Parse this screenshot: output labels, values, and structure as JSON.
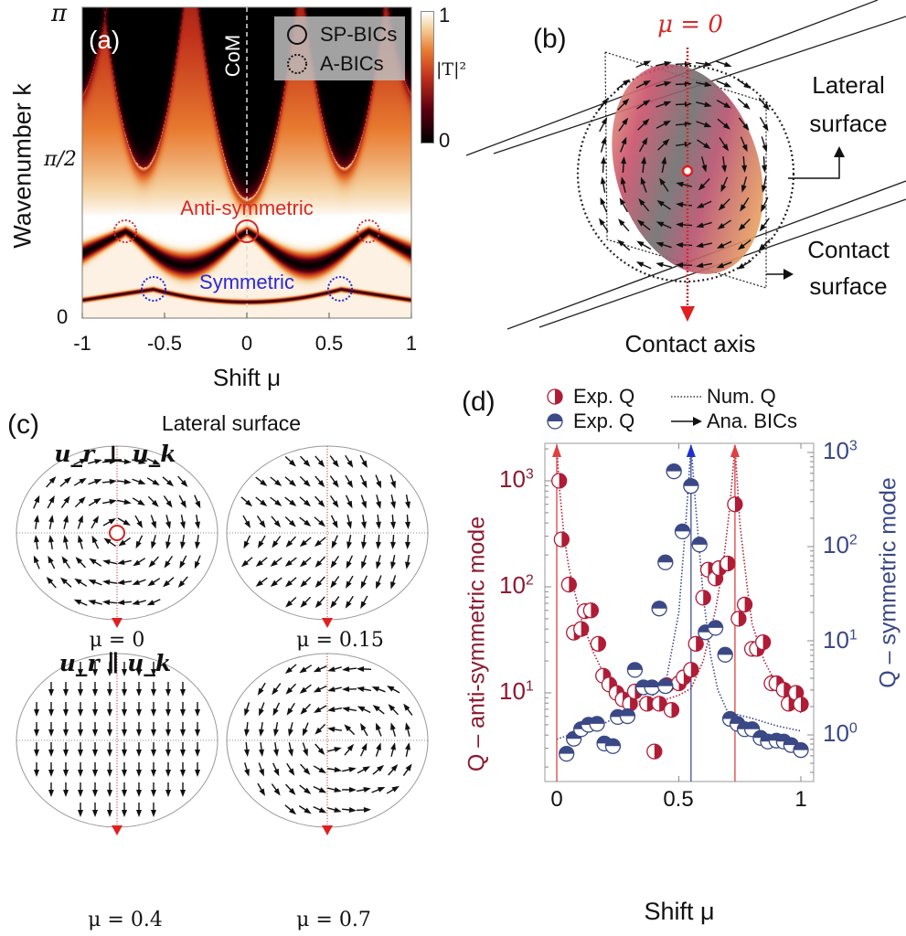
{
  "colors": {
    "anti_symmetric": "#b01c36",
    "symmetric": "#3a4886",
    "bic_red": "#d42a2a"
  },
  "panel_a": {
    "label": "(a)",
    "com_label": "CoM",
    "legend": [
      "SP-BICs",
      "A-BICs"
    ],
    "colorbar": {
      "label": "|T|²",
      "max": "1",
      "min": "0"
    },
    "band_labels": {
      "anti": "Anti-symmetric",
      "sym": "Symmetric"
    },
    "ylabel": "Wavenumber k",
    "yticks": [
      "π",
      "π/2",
      "0"
    ],
    "xticks": [
      "-1",
      "-0.5",
      "0",
      "0.5",
      "1"
    ],
    "xlabel": "Shift μ"
  },
  "panel_b": {
    "label": "(b)",
    "mu_label": "μ = 0",
    "lateral": [
      "Lateral",
      "surface"
    ],
    "contact": [
      "Contact",
      "surface"
    ],
    "axis_label": "Contact axis"
  },
  "panel_c": {
    "label": "(c)",
    "title": "Lateral surface",
    "perp_label": "u_r ⊥ u_k",
    "par_label": "u_r ∥ u_k",
    "fields": [
      {
        "mu": 0,
        "caption": "μ = 0"
      },
      {
        "mu": 0.15,
        "caption": "μ = 0.15"
      },
      {
        "mu": 0.4,
        "caption": "μ = 0.4"
      },
      {
        "mu": 0.7,
        "caption": "μ = 0.7"
      }
    ]
  },
  "chart_data": {
    "type": "scatter",
    "label": "(d)",
    "xlabel": "Shift μ",
    "ylabel_left": "Q – anti-symmetric mode",
    "ylabel_right": "Q – symmetric mode",
    "xlim": [
      0,
      1
    ],
    "xticks": [
      "0",
      "0.5",
      "1"
    ],
    "ylim_left_log10": [
      0.16,
      3.35
    ],
    "ylim_right_log10": [
      -0.5,
      3.1
    ],
    "yticks_left": [
      "10",
      "10",
      "10"
    ],
    "yticks_left_exp": [
      "3",
      "2",
      "1"
    ],
    "yticks_right": [
      "10",
      "10",
      "10",
      "10"
    ],
    "yticks_right_exp": [
      "3",
      "2",
      "1",
      "0"
    ],
    "legend": [
      "Exp. Q",
      "Num. Q",
      "Exp. Q",
      "Ana. BICs"
    ],
    "bic_arrows": {
      "anti_symmetric": [
        0,
        0.73
      ],
      "symmetric": [
        0.55
      ]
    },
    "series": [
      {
        "name": "Exp. Q (anti-symmetric)",
        "axis": "left",
        "x": [
          0.01,
          0.02,
          0.05,
          0.115,
          0.14,
          0.07,
          0.1,
          0.17,
          0.19,
          0.215,
          0.245,
          0.27,
          0.3,
          0.32,
          0.37,
          0.42,
          0.47,
          0.4,
          0.45,
          0.5,
          0.52,
          0.55,
          0.57,
          0.6,
          0.62,
          0.65,
          0.665,
          0.7,
          0.73,
          0.745,
          0.77,
          0.8,
          0.82,
          0.845,
          0.88,
          0.9,
          0.93,
          0.95,
          0.98,
          1.0
        ],
        "y": [
          1000,
          280,
          105,
          59,
          60,
          37,
          40,
          29,
          14.5,
          12,
          10,
          8.7,
          7.9,
          10.3,
          7.9,
          7.9,
          6.9,
          2.8,
          11.8,
          12.3,
          14,
          16.5,
          29,
          79,
          145,
          120,
          150,
          166,
          600,
          50,
          68,
          26,
          26,
          30,
          12.3,
          12.3,
          10.7,
          7.9,
          10,
          7.8
        ]
      },
      {
        "name": "Exp. Q (symmetric)",
        "axis": "right",
        "x": [
          0.48,
          0.55,
          0.515,
          0.585,
          0.445,
          0.42,
          0.32,
          0.355,
          0.39,
          0.445,
          0.61,
          0.65,
          0.69,
          0.04,
          0.07,
          0.1,
          0.13,
          0.165,
          0.195,
          0.23,
          0.25,
          0.29,
          0.71,
          0.74,
          0.77,
          0.8,
          0.835,
          0.865,
          0.9,
          0.93,
          0.96,
          1.0
        ],
        "y": [
          630,
          440,
          145,
          105,
          68,
          22,
          4.9,
          3.2,
          3.2,
          3.3,
          12.3,
          13.7,
          7.1,
          0.63,
          0.91,
          1.15,
          1.28,
          1.31,
          0.81,
          0.76,
          1.55,
          1.58,
          1.48,
          1.31,
          1.15,
          1.15,
          0.93,
          0.85,
          0.87,
          0.85,
          0.78,
          0.69
        ]
      },
      {
        "name": "Num. Q (anti-symmetric)",
        "axis": "left",
        "style": "dotted",
        "x": [
          0.0,
          0.01,
          0.03,
          0.05,
          0.1,
          0.15,
          0.2,
          0.3,
          0.4,
          0.5,
          0.55,
          0.6,
          0.65,
          0.68,
          0.71,
          0.73,
          0.75,
          0.78,
          0.8,
          0.85,
          0.9,
          1.0
        ],
        "y": [
          2200,
          900,
          300,
          150,
          50,
          24,
          14,
          8.5,
          8,
          9.5,
          11,
          20,
          60,
          150,
          600,
          2200,
          400,
          100,
          45,
          20,
          12,
          6.5
        ]
      },
      {
        "name": "Num. Q (symmetric)",
        "axis": "right",
        "style": "dotted",
        "x": [
          0.0,
          0.1,
          0.2,
          0.3,
          0.4,
          0.45,
          0.5,
          0.53,
          0.55,
          0.57,
          0.6,
          0.63,
          0.66,
          0.7,
          0.8,
          0.9,
          1.0
        ],
        "y": [
          0.9,
          1.1,
          1.35,
          1.8,
          2.7,
          4,
          20,
          200,
          1300,
          250,
          30,
          7,
          3,
          1.75,
          1.5,
          1.25,
          1.1
        ]
      }
    ]
  }
}
